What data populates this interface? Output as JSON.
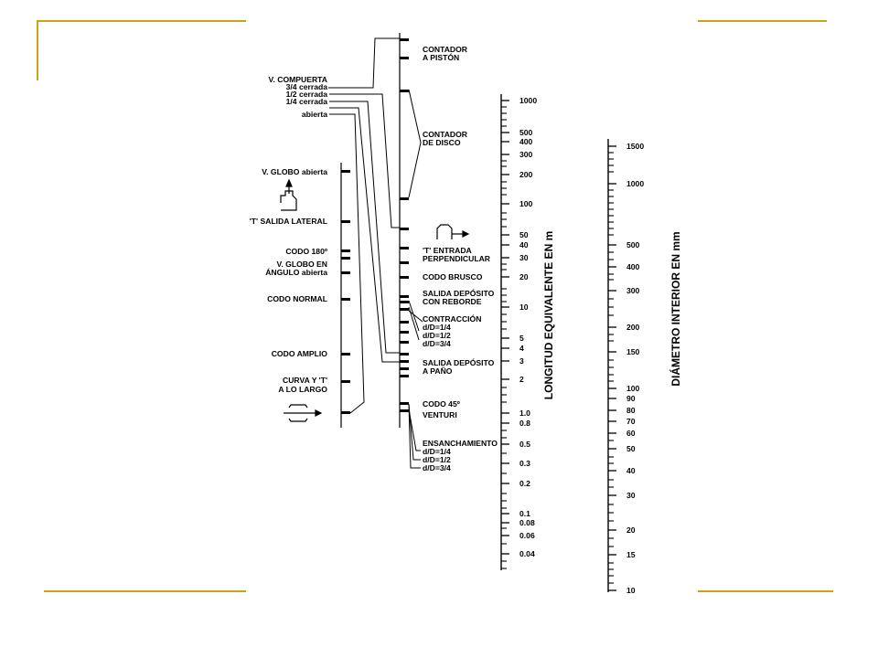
{
  "colors": {
    "frame": "#c8a418",
    "ink": "#000000"
  },
  "valves": {
    "title": "V. COMPUERTA",
    "items": [
      "3/4 cerrada",
      "1/2 cerrada",
      "1/4 cerrada",
      "abierta"
    ]
  },
  "left_column": {
    "globe": "V. GLOBO abierta",
    "tee_side_line": "'T' SALIDA LATERAL",
    "elbow180": "CODO 180º",
    "angle_valve_1": "V. GLOBO EN",
    "angle_valve_2": "ÁNGULO abierta",
    "elbow_normal": "CODO NORMAL",
    "elbow_wide": "CODO AMPLIO",
    "curve_1": "CURVA Y 'T'",
    "curve_2": "A LO LARGO"
  },
  "center_column": {
    "piston_1": "CONTADOR",
    "piston_2": "A PISTÓN",
    "disc_1": "CONTADOR",
    "disc_2": "DE DISCO",
    "tee_perp_1": "'T' ENTRADA",
    "tee_perp_2": "PERPENDICULAR",
    "sharp_elbow": "CODO BRUSCO",
    "tank_border_1": "SALIDA DEPÓSITO",
    "tank_border_2": "CON REBORDE",
    "contraction": "CONTRACCIÓN",
    "contraction_ratios": [
      "d/D=1/4",
      "d/D=1/2",
      "d/D=3/4"
    ],
    "tank_flush_1": "SALIDA DEPÓSITO",
    "tank_flush_2": "A PAÑO",
    "elbow45_1": "CODO 45º",
    "elbow45_2": "VENTURI",
    "enlargement": "ENSANCHAMIENTO",
    "enlargement_ratios": [
      "d/D=1/4",
      "d/D=1/2",
      "d/D=3/4"
    ]
  },
  "length_scale": {
    "title": "LONGITUD EQUIVALENTE EN m",
    "labels": [
      "1000",
      "500",
      "400",
      "300",
      "200",
      "100",
      "50",
      "40",
      "30",
      "20",
      "10",
      "5",
      "4",
      "3",
      "2",
      "1.0",
      "0.8",
      "0.5",
      "0.3",
      "0.2",
      "0.1",
      "0.08",
      "0.06",
      "0.04"
    ]
  },
  "diameter_scale": {
    "title": "DIÁMETRO INTERIOR EN mm",
    "labels": [
      "1500",
      "1000",
      "500",
      "400",
      "300",
      "200",
      "150",
      "100",
      "90",
      "80",
      "70",
      "60",
      "50",
      "40",
      "30",
      "20",
      "15",
      "10"
    ]
  }
}
